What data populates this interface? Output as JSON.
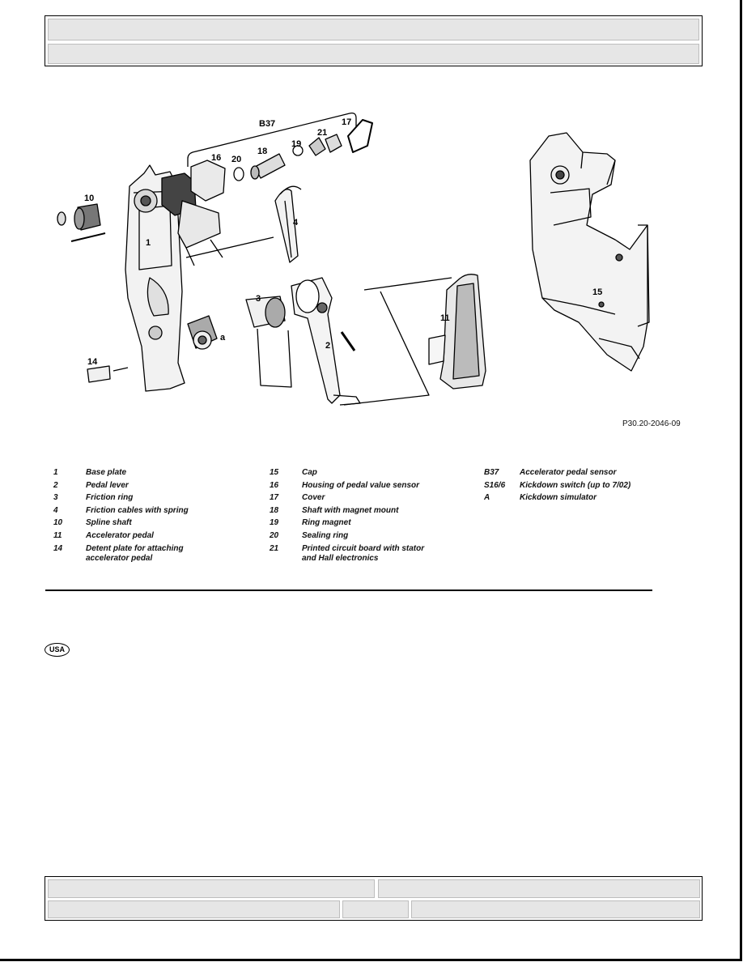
{
  "figure": {
    "callouts": {
      "b37": "B37",
      "c16a": "16",
      "c20": "20",
      "c18": "18",
      "c19": "19",
      "c21": "21",
      "c17": "17",
      "c10": "10",
      "c1": "1",
      "c4": "4",
      "c3": "3",
      "c2": "2",
      "c11": "11",
      "c14": "14",
      "c15": "15",
      "ca": "a"
    },
    "code": "P30.20-2046-09"
  },
  "legend": {
    "col1": [
      {
        "num": "1",
        "text": "Base plate"
      },
      {
        "num": "2",
        "text": "Pedal lever"
      },
      {
        "num": "3",
        "text": "Friction ring"
      },
      {
        "num": "4",
        "text": "Friction cables with spring"
      },
      {
        "num": "10",
        "text": "Spline shaft"
      },
      {
        "num": "11",
        "text": "Accelerator pedal"
      },
      {
        "num": "14",
        "text": "Detent plate for attaching\naccelerator pedal"
      }
    ],
    "col2": [
      {
        "num": "15",
        "text": "Cap"
      },
      {
        "num": "16",
        "text": "Housing of pedal value sensor"
      },
      {
        "num": "17",
        "text": "Cover"
      },
      {
        "num": "18",
        "text": "Shaft with magnet mount"
      },
      {
        "num": "19",
        "text": "Ring magnet"
      },
      {
        "num": "20",
        "text": "Sealing ring"
      },
      {
        "num": "21",
        "text": "Printed circuit board with stator\nand Hall electronics"
      }
    ],
    "col3": [
      {
        "num": "B37",
        "text": "Accelerator pedal sensor"
      },
      {
        "num": "S16/6",
        "text": "Kickdown switch (up to 7/02)"
      },
      {
        "num": "A",
        "text": "Kickdown simulator"
      }
    ]
  },
  "badge": "USA"
}
